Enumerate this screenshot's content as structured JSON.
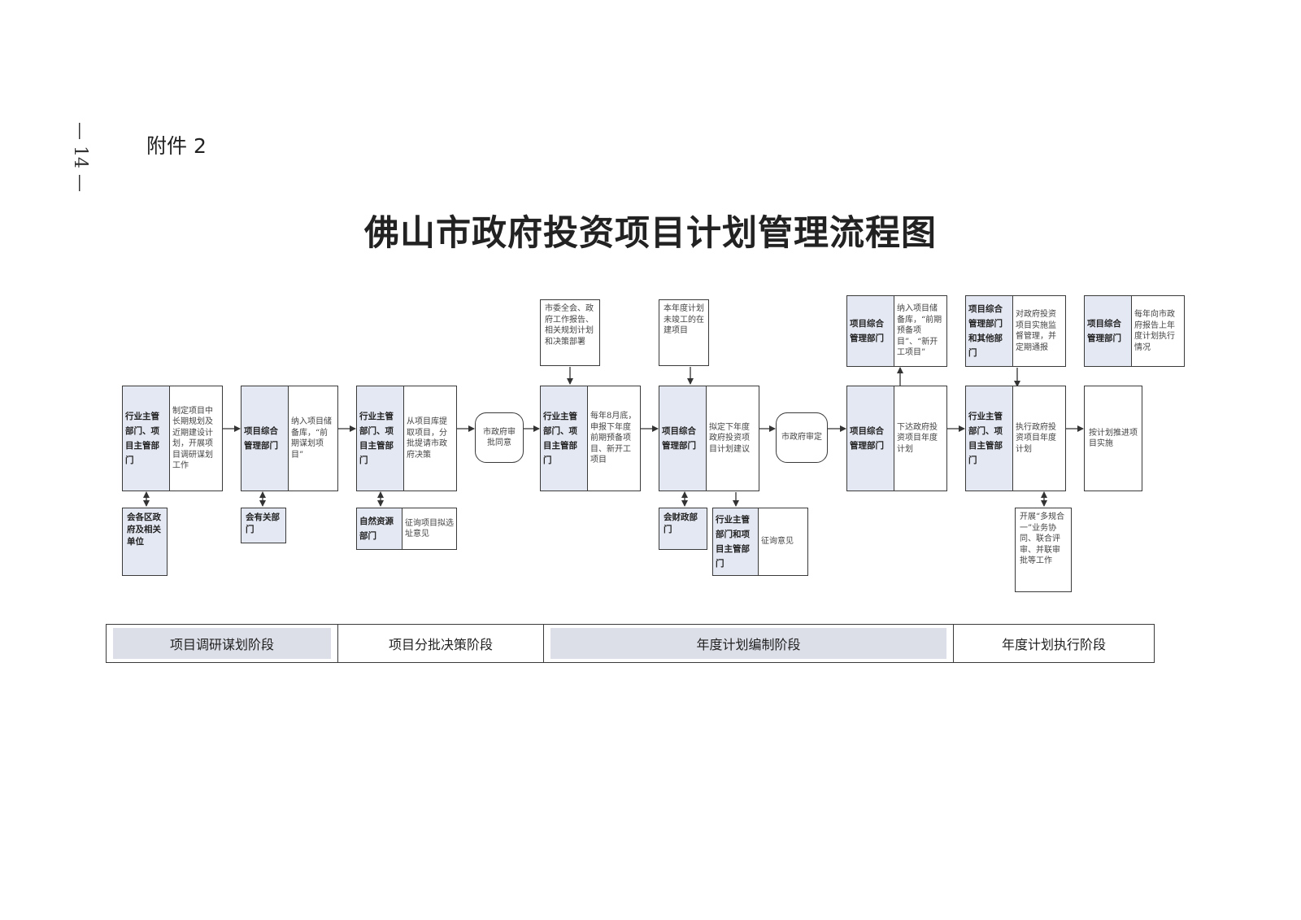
{
  "page": {
    "page_number": "— 14 —",
    "attachment": "附件 2",
    "title": "佛山市政府投资项目计划管理流程图"
  },
  "flow": {
    "s1": {
      "dept": "行业主管部门、项目主管部门",
      "action": "制定项目中长期规划及近期建设计划，开展项目调研谋划工作"
    },
    "s1_sub": {
      "dept": "会各区政府及相关单位"
    },
    "s2": {
      "dept": "项目综合管理部门",
      "action": "纳入项目储备库，“前期谋划项目”"
    },
    "s2_sub": {
      "dept": "会有关部门"
    },
    "s3": {
      "dept": "行业主管部门、项目主管部门",
      "action": "从项目库提取项目，分批提请市政府决策"
    },
    "s3_sub": {
      "dept": "自然资源部门",
      "action": "征询项目拟选址意见"
    },
    "oval1": "市政府审批同意",
    "above4": "市委全会、政府工作报告、相关规划计划和决策部署",
    "s4": {
      "dept": "行业主管部门、项目主管部门",
      "action": "每年8月底，申报下年度前期预备项目、新开工项目"
    },
    "above5": "本年度计划未竣工的在建项目",
    "s5": {
      "dept": "项目综合管理部门",
      "action": "拟定下年度政府投资项目计划建议"
    },
    "s5_sub1": {
      "dept": "会财政部门"
    },
    "s5_sub2": {
      "dept": "行业主管部门和项目主管部门",
      "action": "征询意见"
    },
    "oval2": "市政府审定",
    "s6": {
      "dept": "项目综合管理部门",
      "action": "下达政府投资项目年度计划"
    },
    "s6_top": {
      "dept": "项目综合管理部门",
      "action": "纳入项目储备库，“前期预备项目”、“新开工项目”"
    },
    "s7": {
      "dept": "行业主管部门、项目主管部门",
      "action": "执行政府投资项目年度计划"
    },
    "s7_top": {
      "dept": "项目综合管理部门和其他部门",
      "action": "对政府投资项目实施监督管理，并定期通报"
    },
    "s7_top2": {
      "dept": "项目综合管理部门",
      "action": "每年向市政府报告上年度计划执行情况"
    },
    "s7_sub": "开展“多规合一”业务协同、联合评审、并联审批等工作",
    "s8": "按计划推进项目实施"
  },
  "stages": [
    "项目调研谋划阶段",
    "项目分批决策阶段",
    "年度计划编制阶段",
    "年度计划执行阶段"
  ],
  "colors": {
    "dept_fill": "#e4e8f3",
    "stage_fill": "#dcdfe8",
    "line": "#3a3a3a"
  }
}
